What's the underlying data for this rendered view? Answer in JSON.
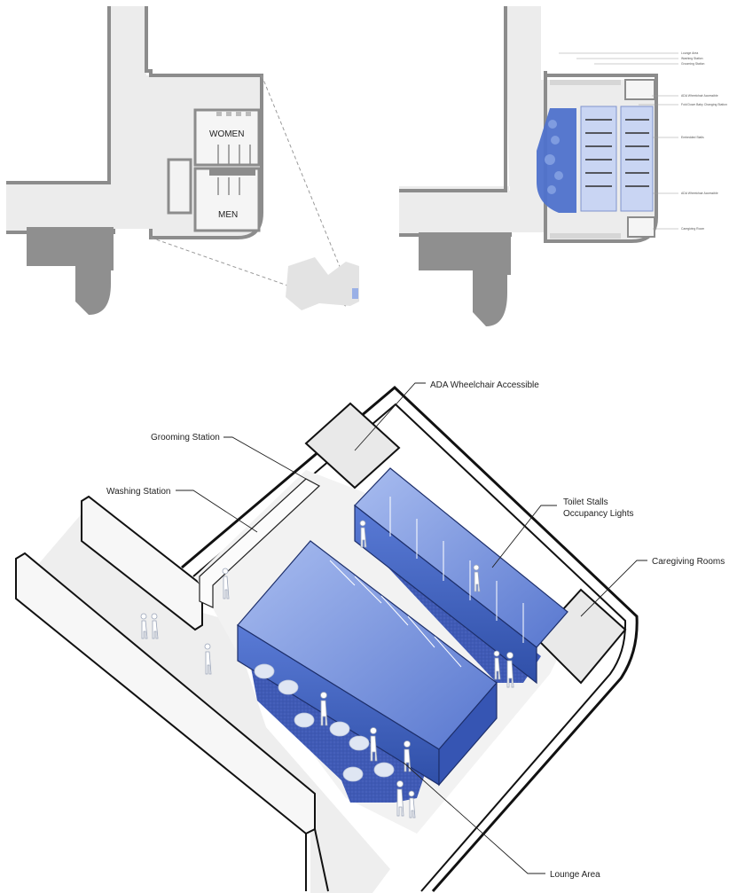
{
  "plan_before": {
    "women_label": "WOMEN",
    "men_label": "MEN"
  },
  "plan_after": {
    "callouts": [
      "Lounge Area",
      "Washing Station",
      "Grooming Station",
      "ADA Wheelchair Accessible",
      "Fold Down Baby Changing Station",
      "Embedded Stalls",
      "ADA Wheelchair Accessible",
      "Caregiving Room"
    ]
  },
  "axonometric": {
    "callouts": {
      "ada": "ADA Wheelchair Accessible",
      "grooming": "Grooming Station",
      "washing": "Washing Station",
      "toilet_line1": "Toilet Stalls",
      "toilet_line2": "Occupancy Lights",
      "caregiving": "Caregiving Rooms",
      "lounge": "Lounge Area"
    }
  },
  "colors": {
    "wall": "#8c8c8c",
    "floor": "#ededed",
    "accent_blue": "#4a6cc8",
    "light_blue": "#b9c8ec"
  }
}
